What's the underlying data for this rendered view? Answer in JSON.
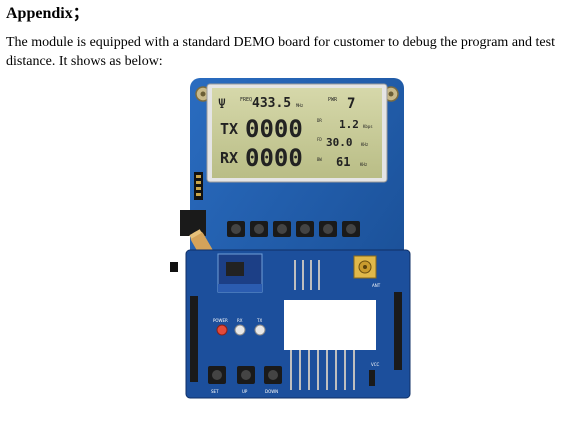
{
  "document": {
    "heading": "Appendix；",
    "paragraph": "The module is equipped with a standard DEMO board for customer to debug the program and test distance. It shows as below:"
  },
  "demo_board": {
    "lcd": {
      "freq_label": "FREQ",
      "freq_value": "433.5",
      "freq_unit": "MHz",
      "pwr_label": "PWR",
      "pwr_value": "7",
      "tx_label": "TX",
      "tx_value": "0000",
      "rx_label": "RX",
      "rx_value": "0000",
      "dr_label": "DR",
      "dr_value": "1.2",
      "dr_unit": "Kbps",
      "fd_label": "FD",
      "fd_value": "30.0",
      "fd_unit": "KHz",
      "bw_label": "BW",
      "bw_value": "61",
      "bw_unit": "KHz"
    },
    "labels": {
      "power": "POWER",
      "rx": "RX",
      "tx": "TX",
      "set": "SET",
      "up": "UP",
      "down": "DOWN",
      "ant": "ANT",
      "vcc": "VCC"
    },
    "colors": {
      "pcb": "#1f5aa8",
      "lcd": "#c9cc9a",
      "module": "#1c3f86"
    }
  }
}
